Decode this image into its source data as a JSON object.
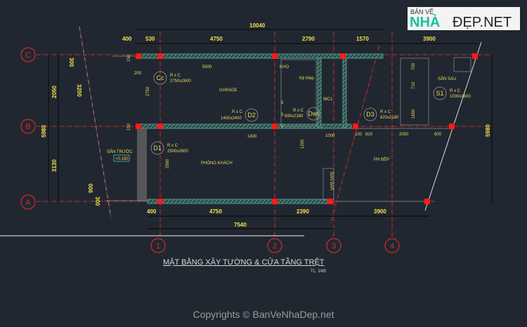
{
  "logo": {
    "line1": "BẢN VẼ",
    "line2a": "NHÀ",
    "line2b": "ĐẸP.NET"
  },
  "grid_axes": {
    "rows": [
      "C",
      "B",
      "A"
    ],
    "columns": [
      "1",
      "2",
      "3",
      "4"
    ]
  },
  "dimensions": {
    "top_overall": "10040",
    "top": [
      "400",
      "530",
      "4750",
      "2790",
      "1570",
      "3900"
    ],
    "left": [
      "2050",
      "3130",
      "5980",
      "3200",
      "900",
      "300",
      "300"
    ],
    "right": "5980",
    "bottom": [
      "400",
      "4750",
      "2390",
      "3900"
    ],
    "bottom_overall": "7540",
    "inner": [
      "5500",
      "200",
      "2750",
      "150",
      "150",
      "2500",
      "1400",
      "1200",
      "1000",
      "100",
      "820",
      "2050",
      "600",
      "700",
      "710",
      "1650"
    ]
  },
  "rooms": {
    "garage": "GARAGE",
    "kho": "KHO",
    "ke_thep": "Kệ thép",
    "wc1": "WC1",
    "san_sau": "SÂN SAU",
    "phong_khach": "PHÒNG KHÁCH",
    "ph_bep": "PH BẾP",
    "san_truoc": "SÂN TRƯỚC",
    "level": "+0.150",
    "ban_bar": "BÀN BAR"
  },
  "doors": [
    {
      "tag": "Cc",
      "rc": "R x C",
      "size": "2750x2600"
    },
    {
      "tag": "D2",
      "rc": "R x C",
      "size": "1400x2400"
    },
    {
      "tag": "Dwt",
      "rc": "R x C",
      "size": "690x2180"
    },
    {
      "tag": "D3",
      "rc": "R x C",
      "size": "820x2180"
    },
    {
      "tag": "S1",
      "rc": "R x C",
      "size": "1000x1600"
    },
    {
      "tag": "D1",
      "rc": "R x C",
      "size": "2500x2600"
    }
  ],
  "stairs": [
    "5",
    "3",
    "1"
  ],
  "title": "MẶT BẰNG  XÂY TƯỜNG & CỬA TẦNG TRỆT",
  "scale": "TL: 1/65",
  "copyright": "Copyrights © BanVeNhaDep.net",
  "colors": {
    "background": "#212731",
    "grid": "#d42a2a",
    "dimension_text": "#f2e24a",
    "column": "#ff1a1a",
    "wall": "#5ab0a0"
  }
}
